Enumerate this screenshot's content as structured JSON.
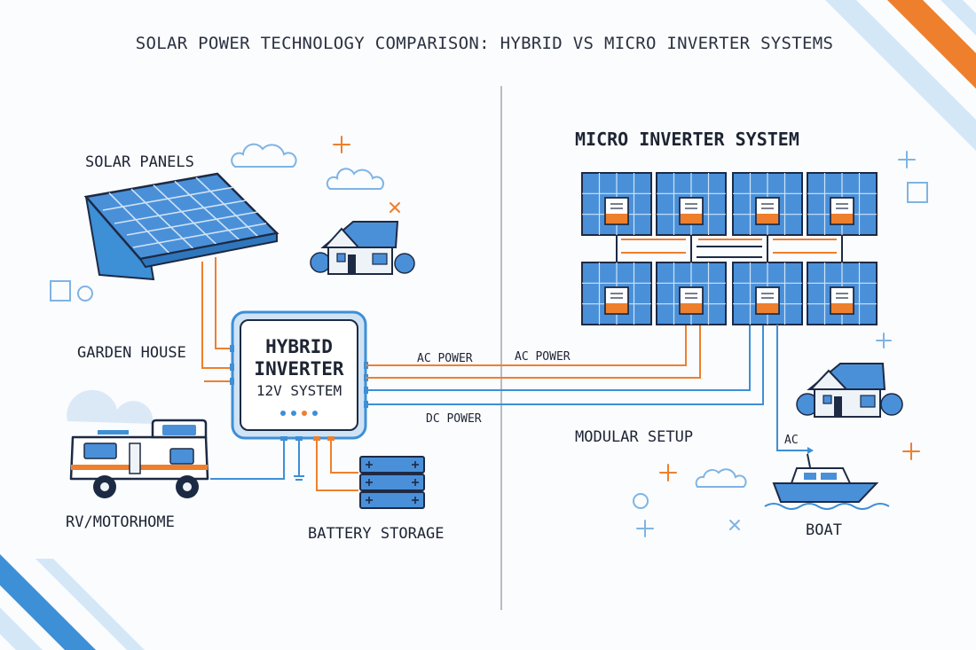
{
  "title": "SOLAR POWER TECHNOLOGY COMPARISON: HYBRID VS MICRO INVERTER SYSTEMS",
  "left": {
    "solar_panels": "SOLAR PANELS",
    "garden_house": "GARDEN HOUSE",
    "rv": "RV/MOTORHOME",
    "battery": "BATTERY STORAGE",
    "inverter_line1": "HYBRID",
    "inverter_line2": "INVERTER",
    "inverter_line3": "12V SYSTEM",
    "ac_power": "AC POWER",
    "dc_power": "DC POWER"
  },
  "right": {
    "heading": "MICRO INVERTER SYSTEM",
    "ac_power": "AC POWER",
    "modular": "MODULAR SETUP",
    "ac": "AC",
    "boat": "BOAT"
  },
  "colors": {
    "blue": "#3d8fd6",
    "navy": "#1d2a44",
    "orange": "#ee7f2d",
    "panel": "#4a90d9",
    "light": "#cfe3f5"
  }
}
